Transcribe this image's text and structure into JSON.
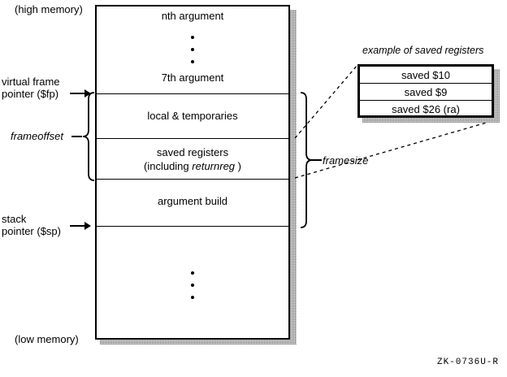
{
  "figure": {
    "doc_id": "ZK-0736U-R"
  },
  "memory_labels": {
    "high": "(high memory)",
    "low": "(low memory)"
  },
  "pointers": [
    {
      "name": "virtual-frame-pointer",
      "line1": "virtual frame",
      "line2": "pointer ($fp)"
    },
    {
      "name": "stack-pointer",
      "line1": "stack",
      "line2": "pointer ($sp)"
    }
  ],
  "stack": {
    "regions": [
      {
        "id": "nth-argument",
        "label": "nth argument"
      },
      {
        "id": "7th-argument",
        "label": "7th argument"
      },
      {
        "id": "local-temporaries",
        "label": "local &  temporaries"
      },
      {
        "id": "saved-registers",
        "label_line1": "saved registers",
        "label_line2_pre": "(including",
        "label_line2_ital": "returnreg",
        "label_line2_post": ")"
      },
      {
        "id": "argument-build",
        "label": "argument build"
      }
    ],
    "ellipsis_top": "•••",
    "ellipsis_bottom": "•••"
  },
  "braces": {
    "frameoffset": "frameoffset",
    "framesize": "framesize"
  },
  "detail": {
    "caption": "example of saved registers",
    "rows": [
      {
        "label": "saved $10"
      },
      {
        "label": "saved $9"
      },
      {
        "label": "saved $26 (ra)"
      }
    ]
  },
  "colors": {
    "ink": "#000000",
    "paper": "#ffffff",
    "shadow": "#9a9a9a"
  }
}
